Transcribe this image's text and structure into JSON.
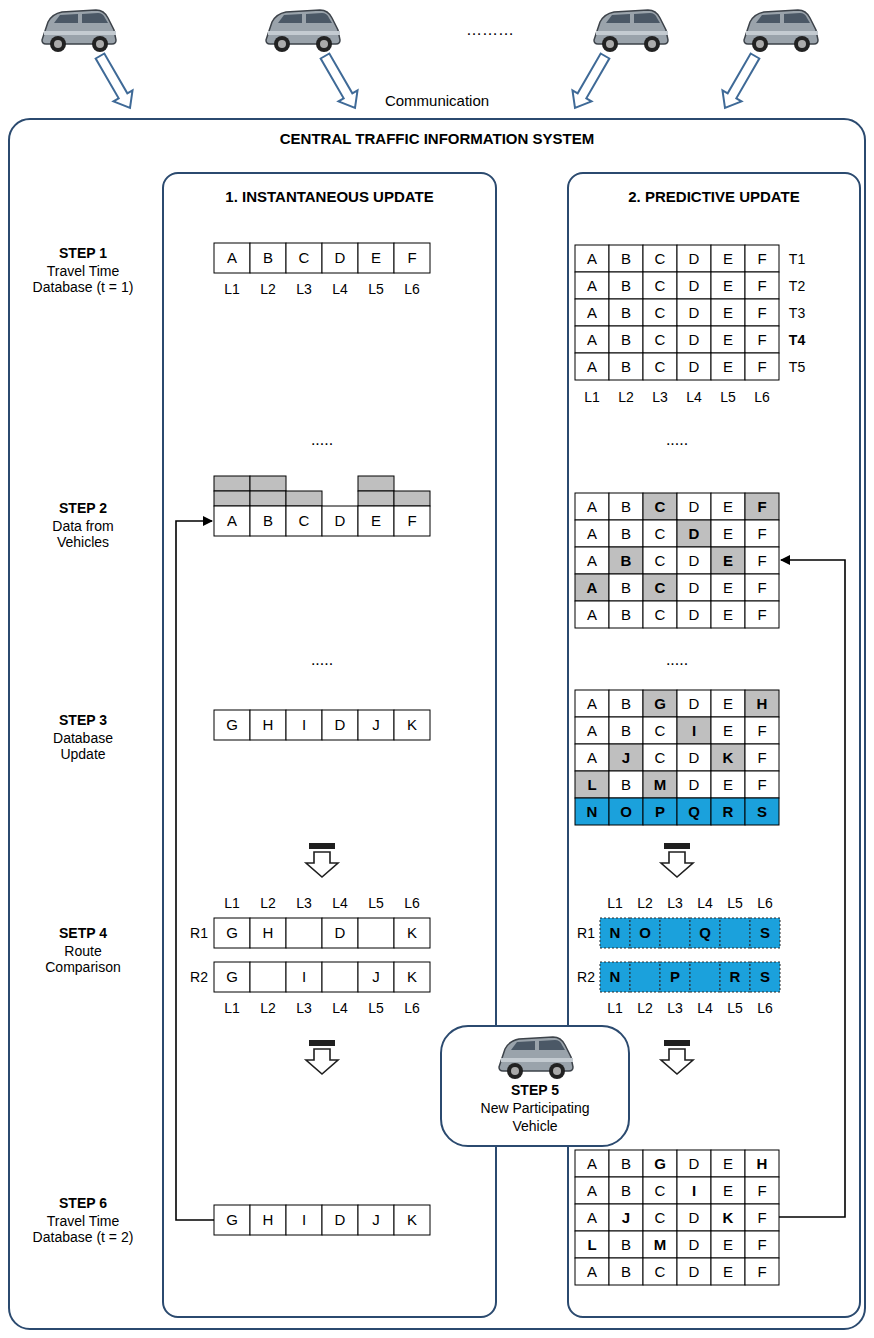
{
  "diagram": {
    "nodes": [
      {
        "text": [
          "CENTRAL TRAFFIC INFORMATION SYSTEM"
        ]
      },
      {
        "text": [
          "1. INSTANTANEOUS UPDATE"
        ],
        "in": 0
      },
      {
        "text": [
          "2. PREDICTIVE UPDATE"
        ],
        "in": 0
      },
      {
        "text": [
          "STEP 5",
          "New Participating Vehicle"
        ],
        "in": 0
      }
    ],
    "labels": [
      "………",
      "Communication",
      "STEP 1",
      "Travel Time Database (t = 1)",
      "A",
      "B",
      "C",
      "D",
      "E",
      "F",
      "L1",
      "L2",
      "L3",
      "L4",
      "L5",
      "L6",
      "A",
      "B",
      "C",
      "D",
      "E",
      "F",
      "T1",
      "A",
      "B",
      "C",
      "D",
      "E",
      "F",
      "T2",
      "A",
      "B",
      "C",
      "D",
      "E",
      "F",
      "T3",
      "A",
      "B",
      "C",
      "D",
      "E",
      "F",
      "T4",
      "A",
      "B",
      "C",
      "D",
      "E",
      "F",
      "T5",
      "L1",
      "L2",
      "L3",
      "L4",
      "L5",
      "L6",
      ".....",
      ".....",
      "STEP 2",
      "Data from Vehicles",
      "A",
      "B",
      "C",
      "D",
      "E",
      "F",
      "A",
      "B",
      "C",
      "D",
      "E",
      "F",
      "A",
      "B",
      "C",
      "D",
      "E",
      "F",
      "A",
      "B",
      "C",
      "D",
      "E",
      "F",
      "A",
      "B",
      "C",
      "D",
      "E",
      "F",
      "A",
      "B",
      "C",
      "D",
      "E",
      "F",
      ".....",
      ".....",
      "STEP 3",
      "Database Update",
      "G",
      "H",
      "I",
      "D",
      "J",
      "K",
      "A",
      "B",
      "G",
      "D",
      "E",
      "H",
      "A",
      "B",
      "C",
      "I",
      "E",
      "F",
      "A",
      "J",
      "C",
      "D",
      "K",
      "F",
      "L",
      "B",
      "M",
      "D",
      "E",
      "F",
      "N",
      "O",
      "P",
      "Q",
      "R",
      "S",
      "SETP 4",
      "Route Comparison",
      "L1",
      "L2",
      "L3",
      "L4",
      "L5",
      "L6",
      "R1",
      "G",
      "H",
      "D",
      "K",
      "R2",
      "G",
      "I",
      "J",
      "K",
      "L1",
      "L2",
      "L3",
      "L4",
      "L5",
      "L6",
      "L1",
      "L2",
      "L3",
      "L4",
      "L5",
      "L6",
      "R1",
      "N",
      "O",
      "Q",
      "S",
      "R2",
      "N",
      "P",
      "R",
      "S",
      "L1",
      "L2",
      "L3",
      "L4",
      "L5",
      "L6",
      "STEP 6",
      "Travel Time Database (t = 2)",
      "G",
      "H",
      "I",
      "D",
      "J",
      "K",
      "A",
      "B",
      "G",
      "D",
      "E",
      "H",
      "A",
      "B",
      "C",
      "I",
      "E",
      "F",
      "A",
      "J",
      "C",
      "D",
      "K",
      "F",
      "L",
      "B",
      "M",
      "D",
      "E",
      "F",
      "A",
      "B",
      "C",
      "D",
      "E",
      "F"
    ]
  }
}
